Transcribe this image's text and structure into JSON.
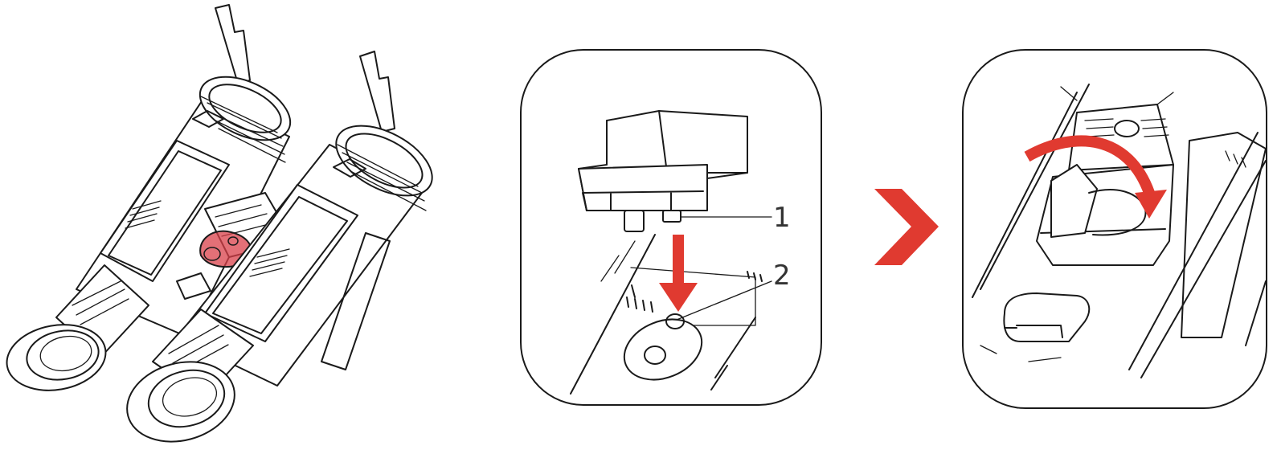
{
  "figure": {
    "panels": [
      {
        "name": "binocular-overview"
      },
      {
        "name": "mount-insert-step",
        "callouts": [
          {
            "label": "1"
          },
          {
            "label": "2"
          }
        ]
      },
      {
        "name": "mount-rotate-step"
      }
    ]
  },
  "colors": {
    "highlight": "#d9404a",
    "arrow": "#e03a30",
    "line": "#1a1a1a",
    "frame": "#1a1a1a",
    "callout_text": "#333333"
  },
  "icons": {
    "down-arrow": "red-down-arrow-icon",
    "next-step": "chevron-right-icon",
    "rotate": "curved-rotate-arrow-icon"
  }
}
